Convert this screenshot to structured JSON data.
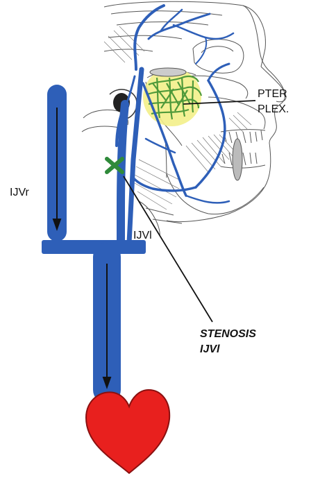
{
  "labels": {
    "pter_line1": "PTER",
    "pter_line2": "PLEX.",
    "ijvr": "IJVr",
    "ijvl": "IJVl",
    "stenosis_line1": "STENOSIS",
    "stenosis_line2": "IJVl"
  },
  "colors": {
    "vein": "#2e5fb8",
    "vein_dark": "#1f4a9a",
    "heart": "#e8201e",
    "heart_outline": "#8a1010",
    "stenosis_mark": "#2f8a3a",
    "plexus_glow": "#f3f08a",
    "plexus": "#4f9a3a",
    "sketch": "#555555",
    "arrow": "#111111"
  }
}
